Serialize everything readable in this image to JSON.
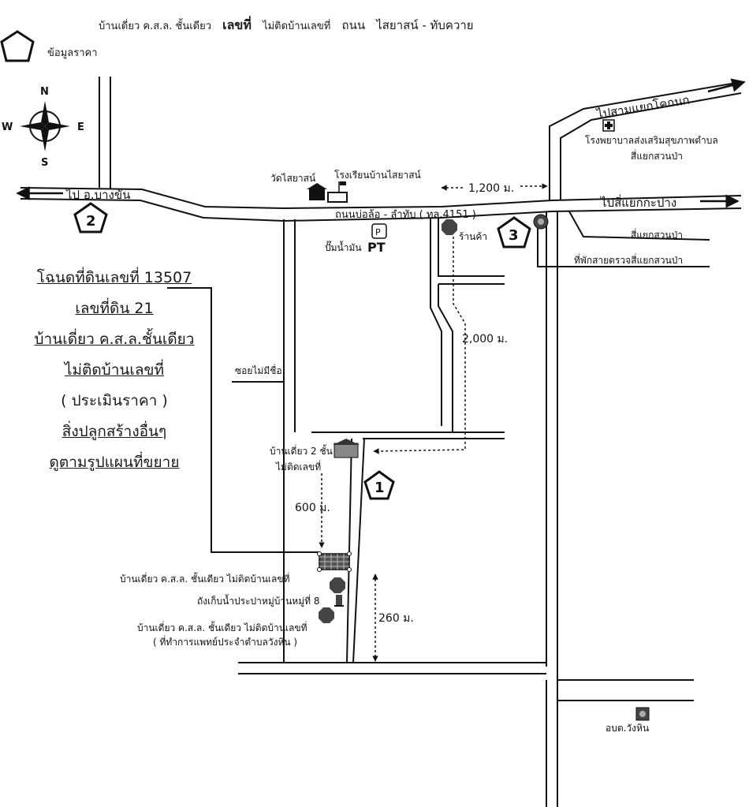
{
  "header": {
    "property_type": "บ้านเดี่ยว ค.ส.ล. ชั้นเดียว",
    "house_no_label": "เลขที่",
    "house_no_value": "ไม่ติดบ้านเลขที่",
    "road_label": "ถนน",
    "road_value": "ไสยาสน์ - ทับควาย"
  },
  "legend": {
    "price_info": "ข้อมูลราคา"
  },
  "compass": {
    "n": "N",
    "s": "S",
    "e": "E",
    "w": "W"
  },
  "deed": {
    "line1": "โฉนดที่ดินเลขที่ 13507",
    "line2": "เลขที่ดิน 21",
    "line3": "บ้านเดี่ยว ค.ส.ล.ชั้นเดียว",
    "line4": "ไม่ติดบ้านเลขที่",
    "line5": "( ประเมินราคา )",
    "line6": "สิ่งปลูกสร้างอื่นๆ",
    "line7": "ดูตามรูปแผนที่ขยาย"
  },
  "directions": {
    "to_sam_yaek": "ไปสามแยกโคกนก",
    "to_si_yaek": "ไปสี่แยกกะปาง",
    "to_bang_khan": "ไป อ.บางขัน"
  },
  "roads": {
    "main": "ถนนบ่อล้อ - ลำทับ ( ทล.4151 )",
    "soi_no_name": "ซอยไม่มีชื่อ",
    "si_yaek_suan_pa": "สี่แยกสวนป่า",
    "checkpoint": "ที่พักสายตรวจสี่แยกสวนป่า"
  },
  "places": {
    "wat": "วัดไสยาสน์",
    "school": "โรงเรียนบ้านไสยาสน์",
    "hospital_line1": "โรงพยาบาลส่งเสริมสุขภาพตำบล",
    "hospital_line2": "สี่แยกสวนป่า",
    "gas_station": "ปั๊มน้ำมัน",
    "gas_brand": "PT",
    "shop": "ร้านค้า",
    "house_2_storey_line1": "บ้านเดี่ยว 2 ชั้น",
    "house_2_storey_line2": "ไม่ติดเลขที่",
    "house_single_storey": "บ้านเดี่ยว ค.ส.ล. ชั้นเดียว  ไม่ติดบ้านเลขที่",
    "water_tank": "ถังเก็บน้ำประปาหมู่บ้านหมู่ที่ 8",
    "house_clinic_line1": "บ้านเดี่ยว ค.ส.ล. ชั้นเดียว  ไม่ติดบ้านเลขที่",
    "house_clinic_line2": "( ที่ทำการแพทย์ประจำตำบลวังหิน )",
    "sao": "อบต.วังหิน"
  },
  "distances": {
    "d1200": "1,200 ม.",
    "d2000": "2,000 ม.",
    "d600": "600 ม.",
    "d260": "260 ม."
  },
  "markers": {
    "m1": "1",
    "m2": "2",
    "m3": "3"
  },
  "colors": {
    "ink": "#111111",
    "paper": "#ffffff"
  }
}
